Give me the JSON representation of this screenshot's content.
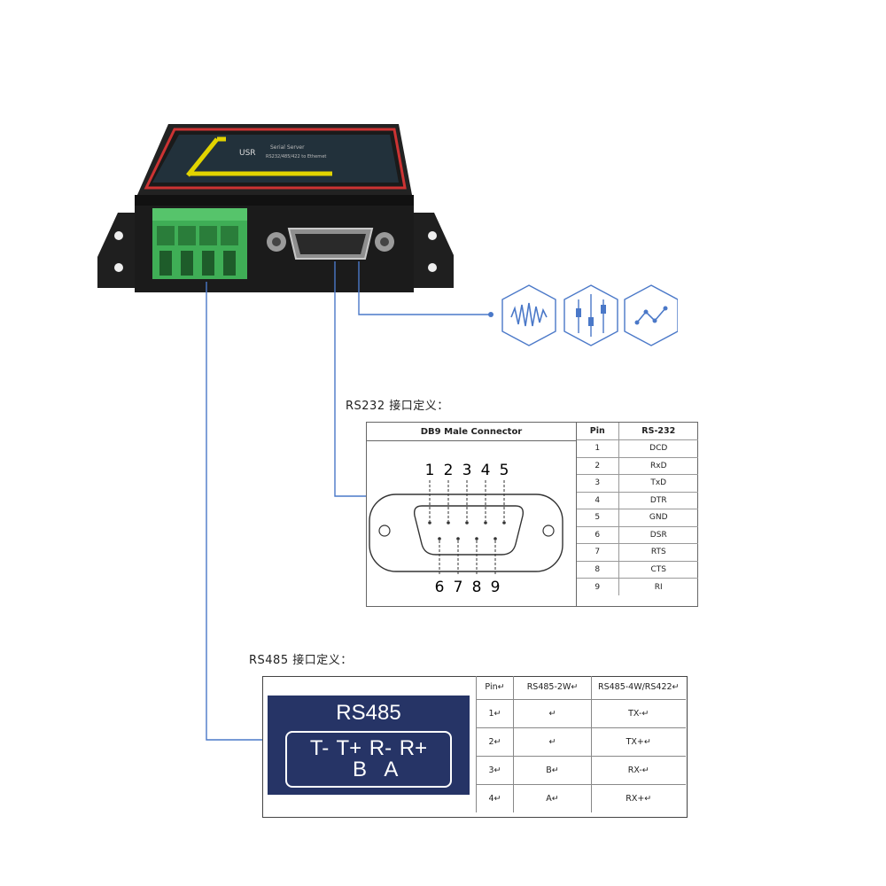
{
  "device": {
    "panel_text_a": "Serial Server",
    "panel_text_b": "RS232/485/422 to Ethernet",
    "brand": "USR",
    "accent": "#d8c800"
  },
  "rs232_title": "RS232 接口定义：",
  "rs485_title": "RS485 接口定义：",
  "db9": {
    "header": "DB9 Male Connector",
    "top_pins": [
      "1",
      "2",
      "3",
      "4",
      "5"
    ],
    "bottom_pins": [
      "6",
      "7",
      "8",
      "9"
    ]
  },
  "rs232_table": {
    "headers": [
      "Pin",
      "RS-232"
    ],
    "rows": [
      [
        "1",
        "DCD"
      ],
      [
        "2",
        "RxD"
      ],
      [
        "3",
        "TxD"
      ],
      [
        "4",
        "DTR"
      ],
      [
        "5",
        "GND"
      ],
      [
        "6",
        "DSR"
      ],
      [
        "7",
        "RTS"
      ],
      [
        "8",
        "CTS"
      ],
      [
        "9",
        "RI"
      ]
    ]
  },
  "rs485_label": {
    "title": "RS485",
    "row1": "T- T+ R- R+",
    "row2": "B A"
  },
  "rs485_table": {
    "headers": [
      "Pin↵",
      "RS485-2W↵",
      "RS485-4W/RS422↵"
    ],
    "rows": [
      [
        "1↵",
        "↵",
        "TX-↵"
      ],
      [
        "2↵",
        "↵",
        "TX+↵"
      ],
      [
        "3↵",
        "B↵",
        "RX-↵"
      ],
      [
        "4↵",
        "A↵",
        "RX+↵"
      ]
    ]
  },
  "icons": [
    "waveform-icon",
    "circuit-icon",
    "signal-icon"
  ],
  "colors": {
    "line": "#4a78c8",
    "label_bg": "#263466",
    "terminal": "#3fae56"
  }
}
